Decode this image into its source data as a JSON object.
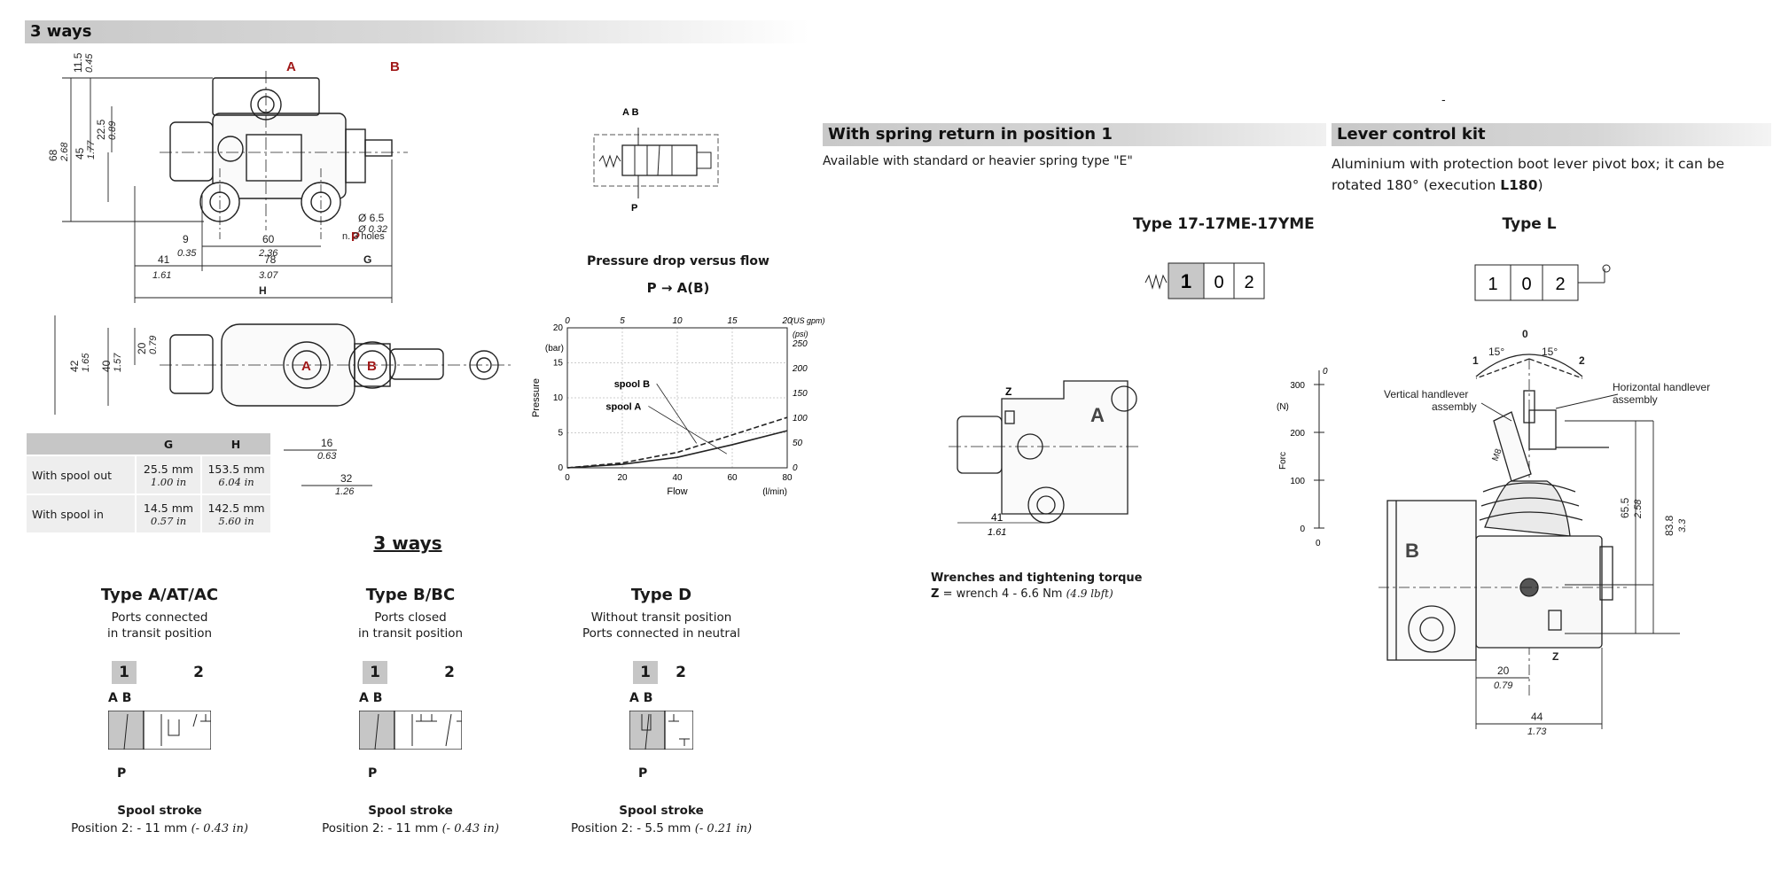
{
  "left_header": "3 ways",
  "main_drawing": {
    "ports": {
      "a": "A",
      "b": "B",
      "p": "P"
    },
    "dims": {
      "d11_5": "11.5",
      "d0_45": "0.45",
      "d22_5": "22.5",
      "d0_89": "0.89",
      "d68": "68",
      "d2_68": "2.68",
      "d45": "45",
      "d1_77": "1.77",
      "d9": "9",
      "d0_35": "0.35",
      "d60": "60",
      "d2_36": "2.36",
      "d41": "41",
      "d1_61": "1.61",
      "d78": "78",
      "d3_07": "3.07",
      "g": "G",
      "h": "H",
      "hole1": "Ø 6.5",
      "hole2": "Ø 0.32",
      "hole3": "n. 3 holes"
    }
  },
  "side_drawing": {
    "dims": {
      "d42": "42",
      "d1_65": "1.65",
      "d40": "40",
      "d1_57": "1.57",
      "d20": "20",
      "d0_79": "0.79",
      "d16": "16",
      "d0_63": "0.63",
      "d32": "32",
      "d1_26": "1.26"
    }
  },
  "dim_table": {
    "headers": [
      "",
      "G",
      "H"
    ],
    "rows": [
      {
        "label": "With spool out",
        "g": "25.5 mm",
        "g_in": "1.00 in",
        "h": "153.5 mm",
        "h_in": "6.04 in"
      },
      {
        "label": "With spool in",
        "g": "14.5 mm",
        "g_in": "0.57 in",
        "h": "142.5 mm",
        "h_in": "5.60 in"
      }
    ]
  },
  "symbol_top": {
    "ab": "A B",
    "p": "P"
  },
  "chart_title": "Pressure drop versus flow",
  "chart_subtitle": "P → A(B)",
  "chart_data": {
    "type": "line",
    "title": "Pressure drop versus flow",
    "subtitle": "P → A(B)",
    "xlabel": "Flow",
    "x_unit": "(l/min)",
    "ylabel": "Pressure",
    "y_unit": "(bar)",
    "xlim": [
      0,
      80
    ],
    "ylim": [
      0,
      20
    ],
    "x_ticks": [
      0,
      20,
      40,
      60,
      80
    ],
    "y_ticks": [
      0,
      5,
      10,
      15,
      20
    ],
    "top_axis_label": "(US gpm)",
    "top_ticks": [
      "0",
      "5",
      "10",
      "15",
      "20"
    ],
    "right_axis_label": "(psi)",
    "right_ticks": [
      "0",
      "50",
      "100",
      "150",
      "200",
      "250"
    ],
    "series": [
      {
        "name": "spool B",
        "x": [
          0,
          20,
          40,
          60,
          80
        ],
        "y": [
          0,
          0.7,
          2.2,
          4.7,
          7.2
        ]
      },
      {
        "name": "spool A",
        "x": [
          0,
          20,
          40,
          60,
          80
        ],
        "y": [
          0,
          0.5,
          1.5,
          3.3,
          5.3
        ]
      }
    ]
  },
  "types_title": "3 ways",
  "types": [
    {
      "title": "Type A/AT/AC",
      "desc1": "Ports connected",
      "desc2": "in transit position",
      "pos1": "1",
      "pos2": "2",
      "ab": "A B",
      "p": "P",
      "stroke_title": "Spool stroke",
      "stroke_text": "Position 2: - 11 mm",
      "stroke_in": "(- 0.43 in)"
    },
    {
      "title": "Type B/BC",
      "desc1": "Ports closed",
      "desc2": "in transit position",
      "pos1": "1",
      "pos2": "2",
      "ab": "A B",
      "p": "P",
      "stroke_title": "Spool stroke",
      "stroke_text": "Position 2: - 11 mm",
      "stroke_in": "(- 0.43 in)"
    },
    {
      "title": "Type D",
      "desc1": "Without transit position",
      "desc2": "Ports connected in neutral",
      "pos1": "1",
      "pos2": "2",
      "ab": "A B",
      "p": "P",
      "stroke_title": "Spool stroke",
      "stroke_text": "Position 2: - 5.5 mm",
      "stroke_in": "(- 0.21 in)"
    }
  ],
  "spring": {
    "header": "With spring return in position 1",
    "desc": "Available with standard or heavier spring type \"E\"",
    "type_title": "Type 17-17ME-17YME",
    "cells": [
      "1",
      "0",
      "2"
    ],
    "drawing": {
      "z": "Z",
      "a": "A",
      "d41": "41",
      "d1_61": "1.61"
    },
    "force": {
      "unit": "(N)",
      "ticks": [
        "300",
        "200",
        "100",
        "0",
        "0"
      ],
      "label": "Forc",
      "top": "0"
    },
    "wrench_title": "Wrenches and tightening torque",
    "wrench_z": "Z",
    "wrench_text": " = wrench 4 - 6.6 Nm ",
    "wrench_in": "(4.9 lbft)"
  },
  "lever": {
    "header": "Lever control kit",
    "desc1": "Aluminium with protection boot lever pivot box; it can be",
    "desc2a": "rotated 180° (execution ",
    "desc2b": "L180",
    "desc2c": ")",
    "type_title": "Type L",
    "cells": [
      "1",
      "0",
      "2"
    ],
    "drawing": {
      "zero": "0",
      "one": "1",
      "two": "2",
      "ang1": "15°",
      "ang2": "15°",
      "vert1": "Vertical handlever",
      "vert2": "assembly",
      "horiz1": "Horizontal handlever",
      "horiz2": "assembly",
      "m8": "M8",
      "d65_5": "65.5",
      "d2_58": "2.58",
      "d83_8": "83.8",
      "d3_3": "3.3",
      "d20": "20",
      "d0_79": "0.79",
      "d44": "44",
      "d1_73": "1.73",
      "b": "B",
      "z": "Z"
    }
  },
  "tick_mark": "-"
}
